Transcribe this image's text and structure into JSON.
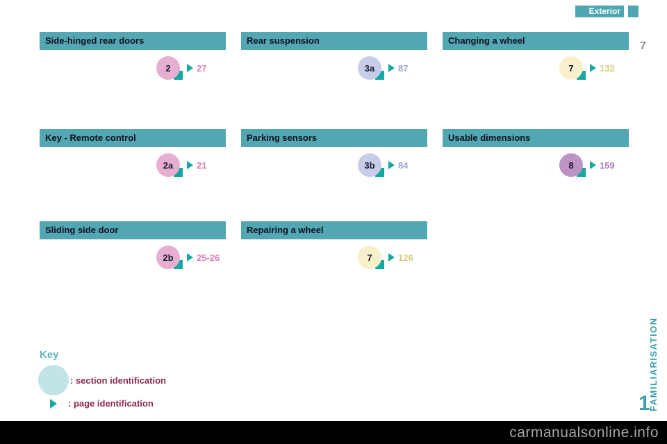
{
  "page": {
    "tab_label": "Exterior",
    "corner_marker": "7",
    "sidebar_label": "FAMILIARISATION",
    "chapter_number": "1",
    "watermark": "carmanualsonline.info"
  },
  "sections": [
    {
      "title": "Side-hinged rear doors",
      "badge": "2",
      "page": "27",
      "badge_color": "#e6aed1",
      "page_color": "#d77fb5"
    },
    {
      "title": "Rear suspension",
      "badge": "3a",
      "page": "87",
      "badge_color": "#c7cce9",
      "page_color": "#9aa3d4"
    },
    {
      "title": "Changing a wheel",
      "badge": "7",
      "page": "132",
      "badge_color": "#f6f1cb",
      "page_color": "#d8ca78"
    },
    {
      "title": "Key - Remote control",
      "badge": "2a",
      "page": "21",
      "badge_color": "#e6aed1",
      "page_color": "#d77fb5"
    },
    {
      "title": "Parking sensors",
      "badge": "3b",
      "page": "84",
      "badge_color": "#c7cce9",
      "page_color": "#9aa3d4"
    },
    {
      "title": "Usable dimensions",
      "badge": "8",
      "page": "159",
      "badge_color": "#bd93c6",
      "page_color": "#ad7fba"
    },
    {
      "title": "Sliding side door",
      "badge": "2b",
      "page": "25-26",
      "badge_color": "#e6aed1",
      "page_color": "#d77fb5"
    },
    {
      "title": "Repairing a wheel",
      "badge": "7",
      "page": "126",
      "badge_color": "#f6f1cb",
      "page_color": "#d8ca78"
    }
  ],
  "legend": {
    "title": "Key",
    "section_label": ": section identification",
    "page_label": ": page identification"
  },
  "colors": {
    "header_teal": "#52a7b3",
    "accent_teal": "#16a7a1",
    "sidebar_teal": "#3ba0ad",
    "legend_text": "#8a2a52"
  }
}
